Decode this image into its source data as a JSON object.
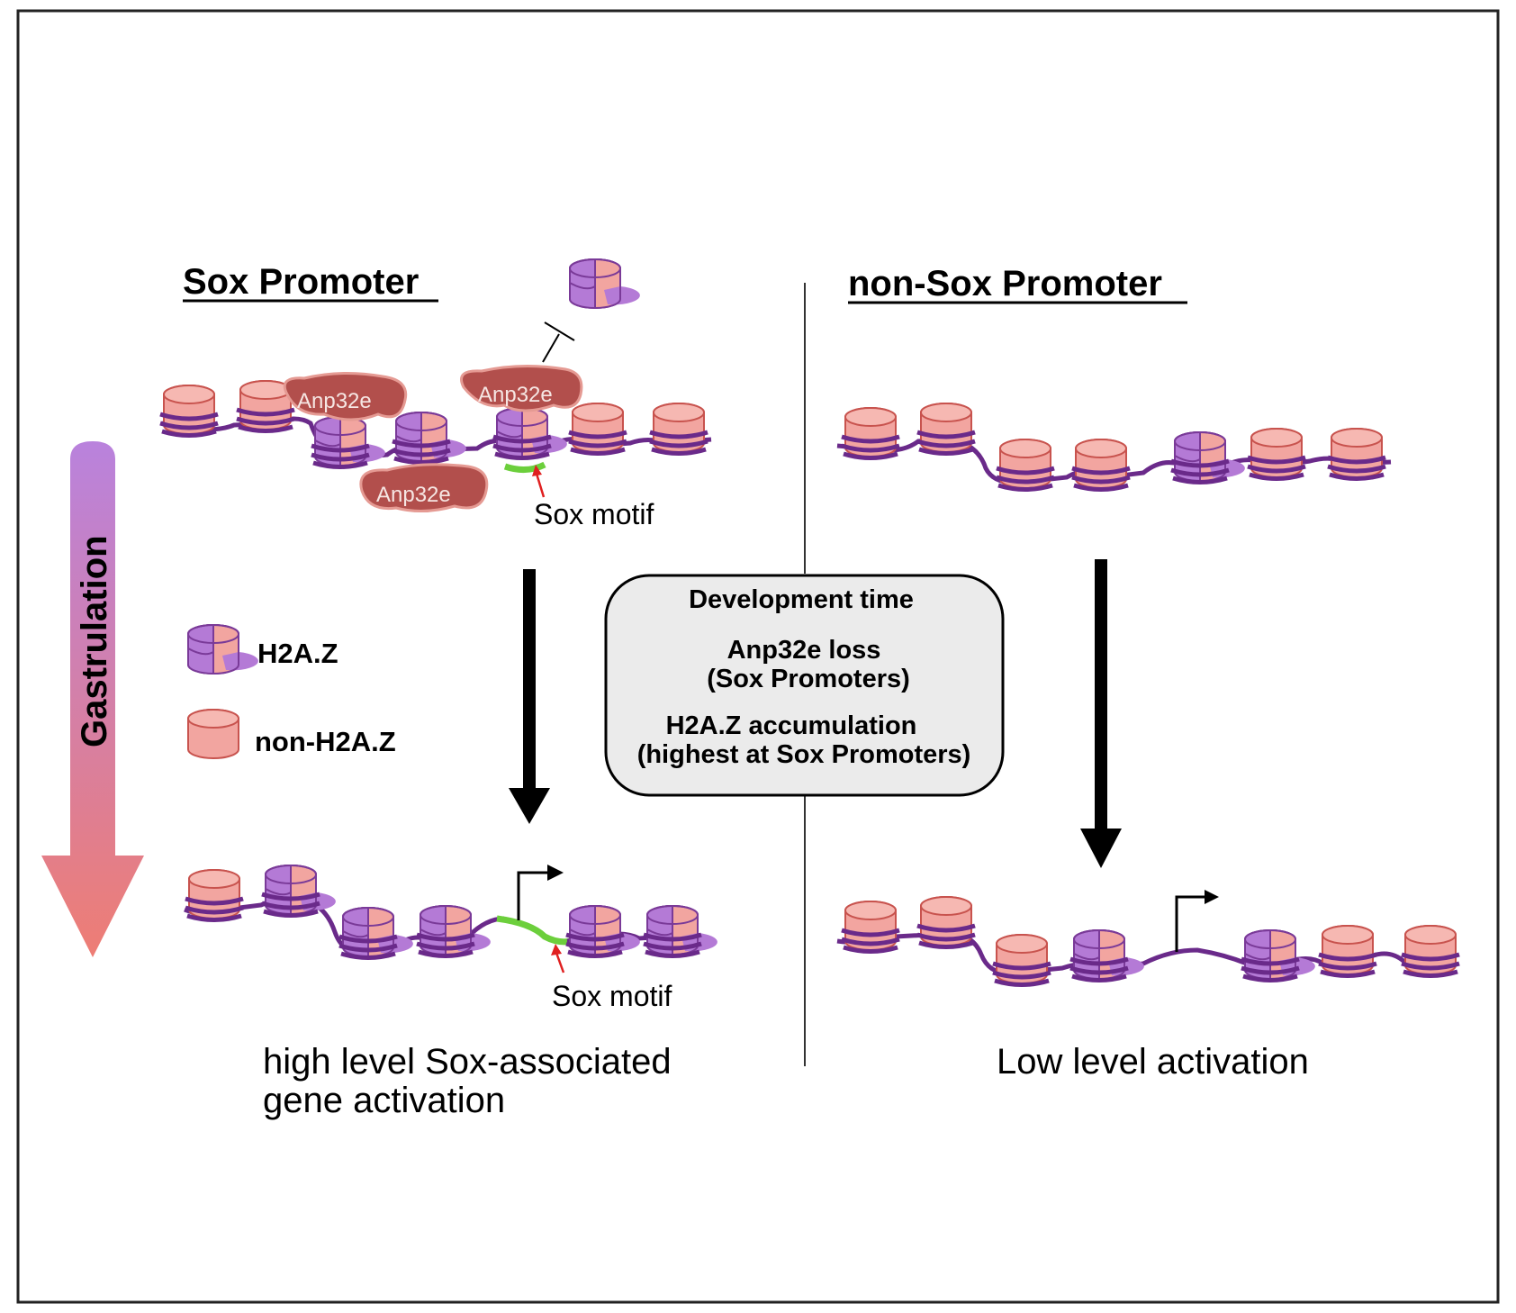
{
  "sox_panel": {
    "title": "Sox Promoter",
    "anp32e_labels": [
      "Anp32e",
      "Anp32e",
      "Anp32e"
    ],
    "sox_motif_top": "Sox motif",
    "sox_motif_bottom": "Sox motif",
    "caption_line1": "high level Sox-associated",
    "caption_line2": "gene activation"
  },
  "non_sox_panel": {
    "title": "non-Sox Promoter",
    "caption": "Low level activation"
  },
  "gastrulation": {
    "label": "Gastrulation"
  },
  "legend": {
    "h2az_label": "H2A.Z",
    "non_h2az_label": "non-H2A.Z"
  },
  "center_box": {
    "line1": "Development time",
    "line2": "Anp32e loss",
    "line3": "(Sox Promoters)",
    "line4": "H2A.Z accumulation",
    "line5": "(highest at Sox Promoters)"
  },
  "colors": {
    "nucleosome_fill": "#f2a5a0",
    "nucleosome_stroke": "#c8534e",
    "h2az_fill": "#b47ad6",
    "dna": "#6a2a8a",
    "anp32e_fill": "#b24f4c",
    "anp32e_stroke": "#e59a93",
    "motif": "#6ccf3c",
    "red_arrow": "#e02020",
    "box_fill": "#ebebeb"
  }
}
